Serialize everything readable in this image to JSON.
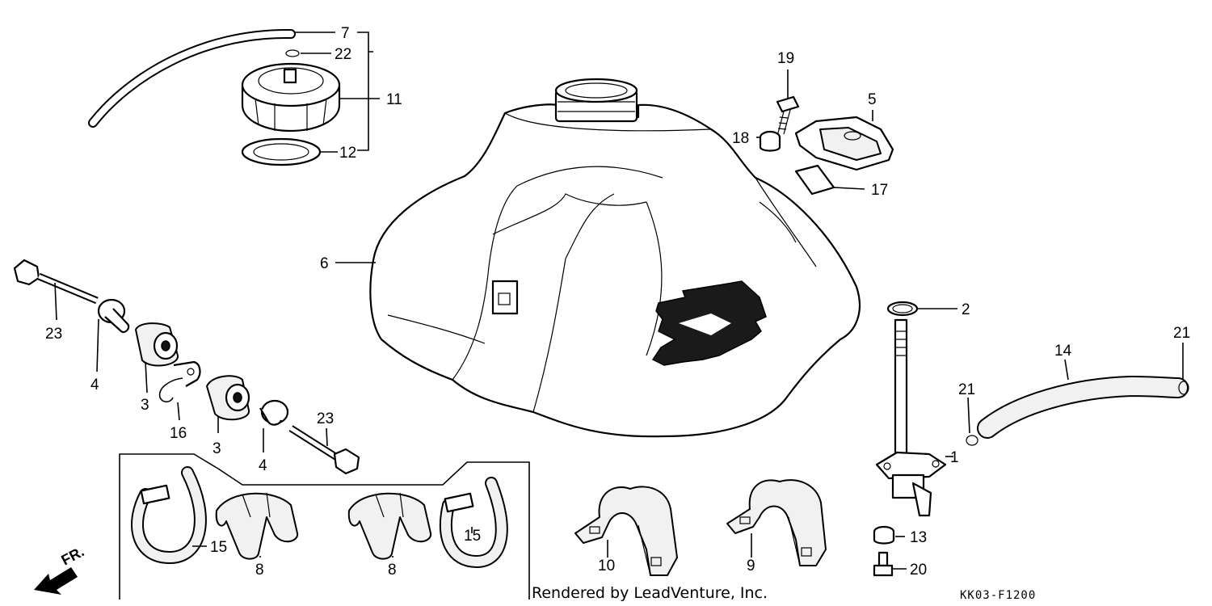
{
  "diagram": {
    "callouts": [
      {
        "id": "c7a",
        "text": "7"
      },
      {
        "id": "c22",
        "text": "22"
      },
      {
        "id": "c11",
        "text": "11"
      },
      {
        "id": "c12",
        "text": "12"
      },
      {
        "id": "c19",
        "text": "19"
      },
      {
        "id": "c5",
        "text": "5"
      },
      {
        "id": "c18",
        "text": "18"
      },
      {
        "id": "c17",
        "text": "17"
      },
      {
        "id": "c6",
        "text": "6"
      },
      {
        "id": "c2",
        "text": "2"
      },
      {
        "id": "c21a",
        "text": "21"
      },
      {
        "id": "c14",
        "text": "14"
      },
      {
        "id": "c21b",
        "text": "21"
      },
      {
        "id": "c1",
        "text": "1"
      },
      {
        "id": "c13",
        "text": "13"
      },
      {
        "id": "c20",
        "text": "20"
      },
      {
        "id": "c23a",
        "text": "23"
      },
      {
        "id": "c4a",
        "text": "4"
      },
      {
        "id": "c3a",
        "text": "3"
      },
      {
        "id": "c16",
        "text": "16"
      },
      {
        "id": "c3b",
        "text": "3"
      },
      {
        "id": "c23b",
        "text": "23"
      },
      {
        "id": "c4b",
        "text": "4"
      },
      {
        "id": "c15a",
        "text": "15"
      },
      {
        "id": "c8a",
        "text": "8"
      },
      {
        "id": "c8b",
        "text": "8"
      },
      {
        "id": "c15b",
        "text": "15"
      },
      {
        "id": "c10",
        "text": "10"
      },
      {
        "id": "c9",
        "text": "9"
      }
    ],
    "direction_label": "FR.",
    "credit": "Rendered by LeadVenture, Inc.",
    "diagram_code": "KK03-F1200"
  }
}
